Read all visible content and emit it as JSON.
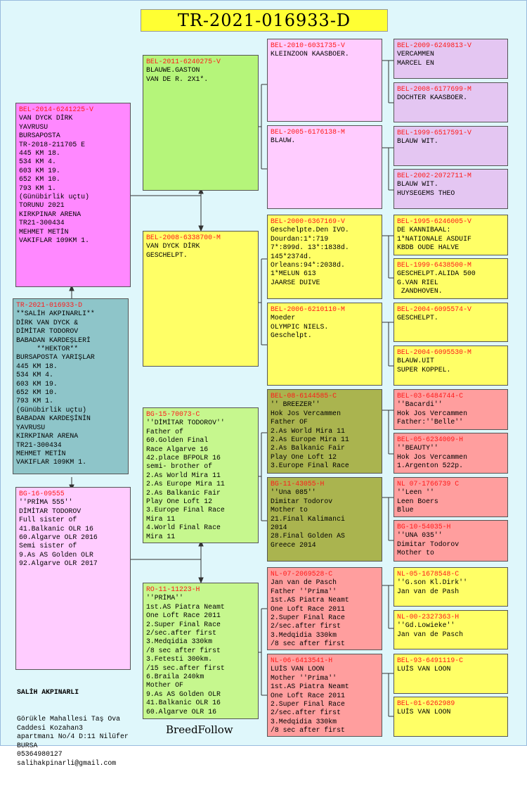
{
  "title": "TR-2021-016933-D",
  "root": {
    "ring": "TR-2021-016933-D",
    "text": "**SALİH AKPINARLI**\nDİRK VAN DYCK &\nDİMİTAR TODOROV\nBABADAN KARDEŞLERİ\n     **HEKTOR**\nBURSAPOSTA YARIŞLAR\n445 KM 18.\n534 KM 4.\n603 KM 19.\n652 KM 10.\n793 KM 1.\n(Günübirlik uçtu)\nBABADAN KARDEŞİNİN\nYAVRUSU\nKIRKPINAR ARENA\nTR21-300434\nMEHMET METİN\nVAKIFLAR 109KM 1."
  },
  "sire": {
    "ring": "BEL-2014-6241225-V",
    "text": "VAN DYCK DİRK\nYAVRUSU\nBURSAPOSTA\nTR-2018-211705 E\n445 KM 18.\n534 KM 4.\n603 KM 19.\n652 KM 10.\n793 KM 1.\n(Günübirlik uçtu)\nTORUNU 2021\nKIRKPINAR ARENA\nTR21-300434\nMEHMET METİN\nVAKIFLAR 109KM 1."
  },
  "dam": {
    "ring": "BG-16-09555",
    "text": "''PRİMA 555''\nDİMİTAR TODOROV\nFull sister of\n41.Balkanic OLR 16\n60.Algarve OLR 2016\nSemi sister of\n9.As AS Golden OLR\n92.Algarve OLR 2017"
  },
  "ss": {
    "ring": "BEL-2011-6240275-V",
    "text": "BLAUWE.GASTON\nVAN DE R. 2X1*."
  },
  "sd": {
    "ring": "BEL-2008-6338700-M",
    "text": "VAN DYCK DİRK\nGESCHELPT."
  },
  "ds": {
    "ring": "BG-15-70073-C",
    "text": "''DİMİTAR TODOROV''\nFather of\n60.Golden Final\nRace Algarve 16\n42.place BFPOLR 16\nsemi- brother of\n2.As World Mira 11\n2.As Europe Mira 11\n2.As Balkanic Fair\nPlay One Loft 12\n3.Europe Final Race\nMira 11\n4.World Final Race\nMira 11"
  },
  "dd": {
    "ring": "RO-11-11223-H",
    "text": "''PRİMA''\n1st.AS Piatra Neamt\nOne Loft Race 2011\n2.Super Final Race\n2/sec.after first\n3.Medqidia 330km\n/8 sec after first\n3.Fetesti 300km.\n/15 sec.after first\n6.Braila 240km\nMother OF\n9.As AS Golden OLR\n41.Balkanic OLR 16\n60.Algarve OLR 16"
  },
  "g3": [
    {
      "ring": "BEL-2010-6031735-V",
      "text": "KLEINZOON KAASBOER."
    },
    {
      "ring": "BEL-2005-6176138-M",
      "text": "BLAUW."
    },
    {
      "ring": "BEL-2000-6367169-V",
      "text": "Geschelpte.Den IVO.\nDourdan:1*:719\n7*:899d. 13*:1838d.\n145*2374d.\nOrleans:94*:2038d.\n1*MELUN 613\nJAARSE DUIVE"
    },
    {
      "ring": "BEL-2006-6210110-M",
      "text": "Moeder\nOLYMPIC NIELS.\nGeschelpt."
    },
    {
      "ring": "BEL-08-6144585-C",
      "text": "'' BREEZER''\nHok Jos Vercammen\nFather OF\n2.As World Mira 11\n2.As Europe Mira 11\n2.As Balkanic Fair\nPlay One Loft 12\n3.Europe Final Race"
    },
    {
      "ring": "BG-11-43055-H",
      "text": "''Una 085''\nDimitar Todorov\nMother to\n21.Final Kalimanci\n2014\n28.Final Golden AS\nGreece 2014"
    },
    {
      "ring": "NL-07-2069528-C",
      "text": "Jan van de Pasch\nFather ''Prima''\n1st.AS Piatra Neamt\nOne Loft Race 2011\n2.Super Final Race\n2/sec.after first\n3.Medqidia 330km\n/8 sec after first"
    },
    {
      "ring": "NL-06-6413541-H",
      "text": "LUİS VAN LOON\nMother ''Prima''\n1st.AS Piatra Neamt\nOne Loft Race 2011\n2.Super Final Race\n2/sec.after first\n3.Medqidia 330km\n/8 sec after first"
    }
  ],
  "g4": [
    {
      "ring": "BEL-2009-6249813-V",
      "text": "VERCAMMEN\nMARCEL EN"
    },
    {
      "ring": "BEL-2008-6177699-M",
      "text": "DOCHTER KAASBOER."
    },
    {
      "ring": "BEL-1999-6517591-V",
      "text": "BLAUW WIT."
    },
    {
      "ring": "BEL-2002-2072711-M",
      "text": "BLAUW WIT.\nHUYSEGEMS THEO"
    },
    {
      "ring": "BEL-1995-6246005-V",
      "text": "DE KANNIBAAL:\n1*NATIONALE ASDUIF\nKBDB OUDE HALVE"
    },
    {
      "ring": "BEL-1999-6438500-M",
      "text": "GESCHELPT.ALIDA 500\nG.VAN RIEL\n ZANDHOVEN."
    },
    {
      "ring": "BEL-2004-6095574-V",
      "text": "GESCHELPT."
    },
    {
      "ring": "BEL-2004-6095530-M",
      "text": "BLAUW.UIT\nSUPER KOPPEL."
    },
    {
      "ring": "BEL-03-6484744-C",
      "text": "''Bacardi''\nHok Jos Vercammen\nFather:''Belle''"
    },
    {
      "ring": "BEL-05-6234009-H",
      "text": "''BEAUTY''\nHok Jos Vercammen\n1.Argenton 522p."
    },
    {
      "ring": "NL 07-1766739 C",
      "text": "''Leen ''\nLeen Boers\nBlue"
    },
    {
      "ring": "BG-10-54035-H",
      "text": "''UNA 035''\nDimitar Todorov\nMother to"
    },
    {
      "ring": "NL-05-1678548-C",
      "text": "''G.son Kl.Dirk''\nJan van de Pash"
    },
    {
      "ring": "NL-00-2327363-H",
      "text": "''Gd.Lowieke''\nJan van de Pasch"
    },
    {
      "ring": "BEL-93-6491119-C",
      "text": "LUİS VAN LOON"
    },
    {
      "ring": "BEL-01-6262989",
      "text": "LUİS VAN LOON"
    }
  ],
  "owner": {
    "name": "SALİH AKPINARLI",
    "address": "Görükle Mahallesi Taş Ova\nCaddesi Kozahan3\napartmanı No/4 D:11 Nilüfer\nBURSA\n05364980127\nsalihakpinarli@gmail.com"
  },
  "logo": "BreedFollow"
}
